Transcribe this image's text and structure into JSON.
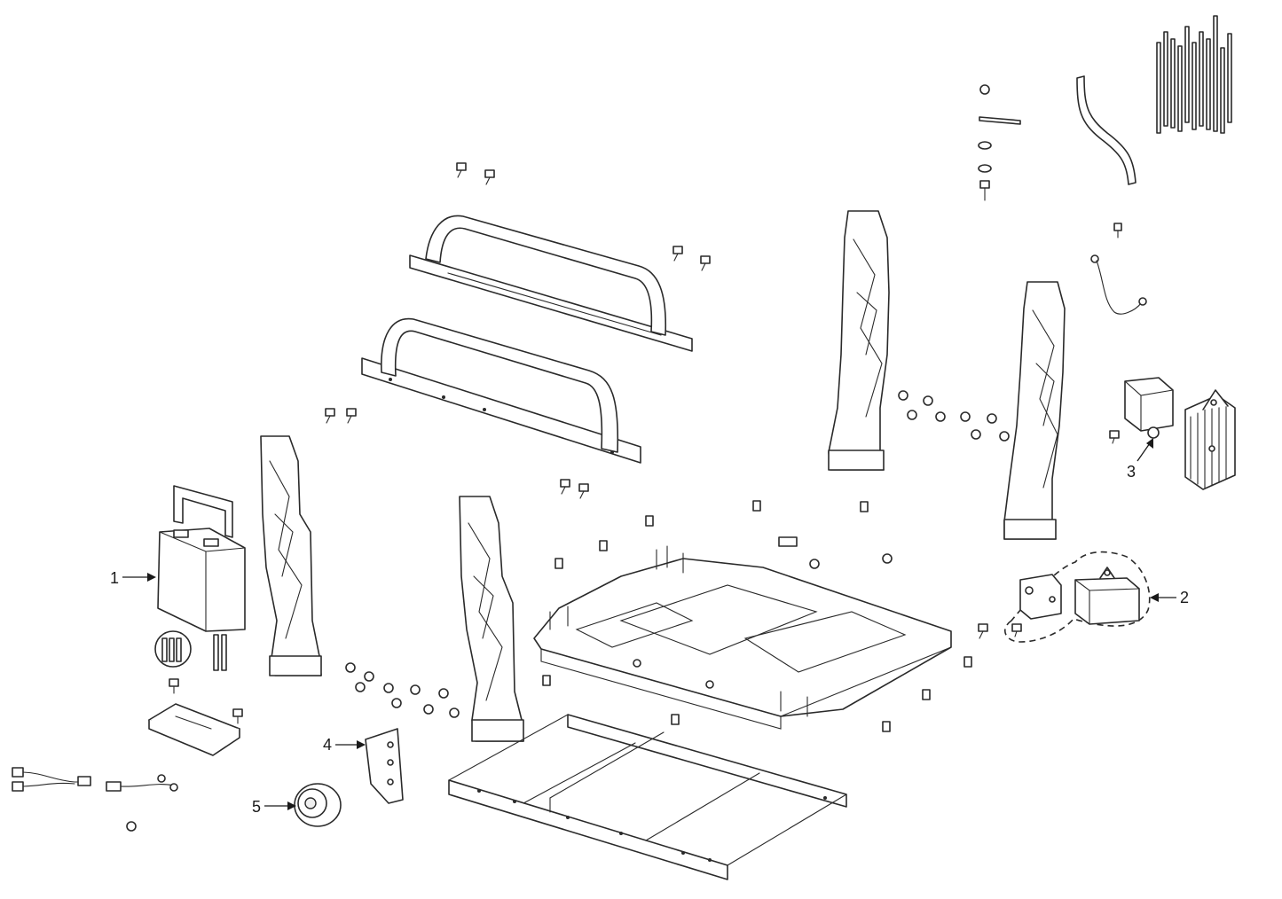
{
  "callouts": [
    {
      "id": "1",
      "label": "1"
    },
    {
      "id": "2",
      "label": "2"
    },
    {
      "id": "3",
      "label": "3"
    },
    {
      "id": "4",
      "label": "4"
    },
    {
      "id": "5",
      "label": "5"
    }
  ],
  "colors": {
    "line": "#2a2a2a",
    "paper": "#ffffff",
    "shade": "#efefef"
  }
}
